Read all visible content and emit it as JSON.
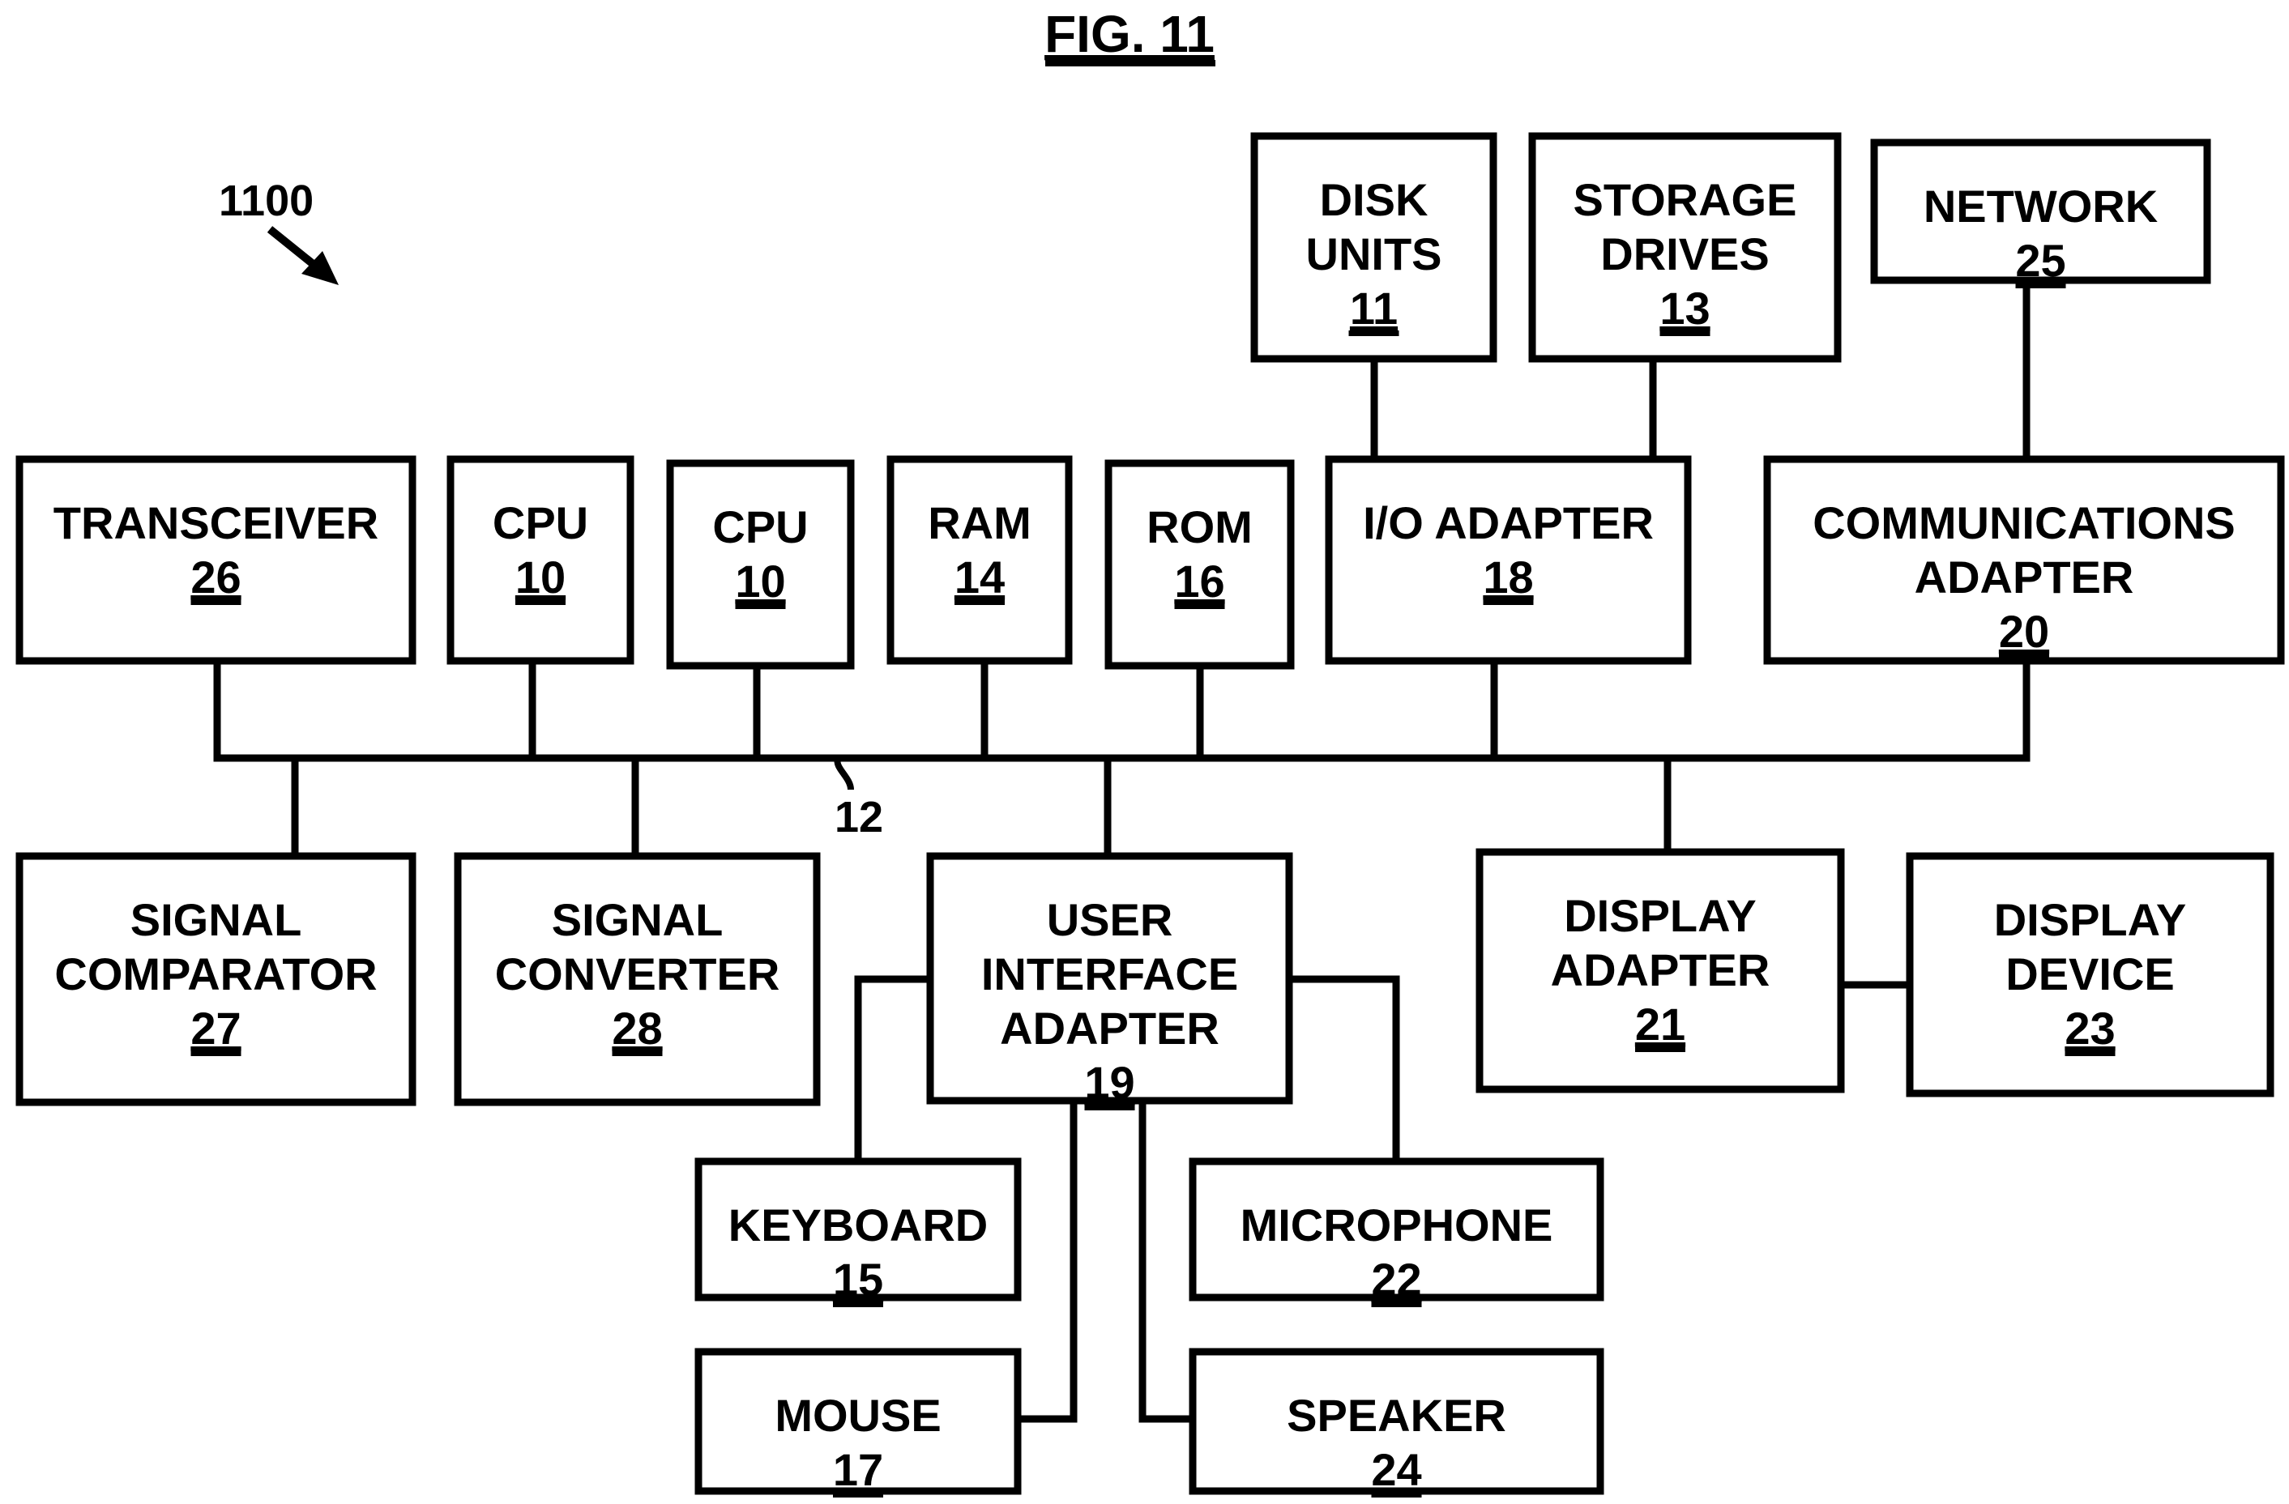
{
  "figure": {
    "title": "FIG. 11",
    "reference_label": "1100",
    "bus_label": "12",
    "line_color": "#000000",
    "background_color": "#ffffff"
  },
  "blocks": [
    {
      "id": "disk-units",
      "lines": [
        "DISK",
        "UNITS"
      ],
      "ref": "11"
    },
    {
      "id": "storage-drives",
      "lines": [
        "STORAGE",
        "DRIVES"
      ],
      "ref": "13"
    },
    {
      "id": "network",
      "lines": [
        "NETWORK"
      ],
      "ref": "25"
    },
    {
      "id": "transceiver",
      "lines": [
        "TRANSCEIVER"
      ],
      "ref": "26"
    },
    {
      "id": "cpu-a",
      "lines": [
        "CPU"
      ],
      "ref": "10"
    },
    {
      "id": "cpu-b",
      "lines": [
        "CPU"
      ],
      "ref": "10"
    },
    {
      "id": "ram",
      "lines": [
        "RAM"
      ],
      "ref": "14"
    },
    {
      "id": "rom",
      "lines": [
        "ROM"
      ],
      "ref": "16"
    },
    {
      "id": "io-adapter",
      "lines": [
        "I/O ADAPTER"
      ],
      "ref": "18"
    },
    {
      "id": "communications-adapter",
      "lines": [
        "COMMUNICATIONS",
        "ADAPTER"
      ],
      "ref": "20"
    },
    {
      "id": "signal-comparator",
      "lines": [
        "SIGNAL",
        "COMPARATOR"
      ],
      "ref": "27"
    },
    {
      "id": "signal-converter",
      "lines": [
        "SIGNAL",
        "CONVERTER"
      ],
      "ref": "28"
    },
    {
      "id": "user-interface-adapter",
      "lines": [
        "USER",
        "INTERFACE",
        "ADAPTER"
      ],
      "ref": "19"
    },
    {
      "id": "display-adapter",
      "lines": [
        "DISPLAY",
        "ADAPTER"
      ],
      "ref": "21"
    },
    {
      "id": "display-device",
      "lines": [
        "DISPLAY",
        "DEVICE"
      ],
      "ref": "23"
    },
    {
      "id": "keyboard",
      "lines": [
        "KEYBOARD"
      ],
      "ref": "15"
    },
    {
      "id": "microphone",
      "lines": [
        "MICROPHONE"
      ],
      "ref": "22"
    },
    {
      "id": "mouse",
      "lines": [
        "MOUSE"
      ],
      "ref": "17"
    },
    {
      "id": "speaker",
      "lines": [
        "SPEAKER"
      ],
      "ref": "24"
    }
  ],
  "connections": [
    {
      "from": "disk-units",
      "to": "io-adapter"
    },
    {
      "from": "storage-drives",
      "to": "io-adapter"
    },
    {
      "from": "network",
      "to": "communications-adapter"
    },
    {
      "from": "transceiver",
      "to": "bus-12"
    },
    {
      "from": "cpu-a",
      "to": "bus-12"
    },
    {
      "from": "cpu-b",
      "to": "bus-12"
    },
    {
      "from": "ram",
      "to": "bus-12"
    },
    {
      "from": "rom",
      "to": "bus-12"
    },
    {
      "from": "io-adapter",
      "to": "bus-12"
    },
    {
      "from": "communications-adapter",
      "to": "bus-12"
    },
    {
      "from": "signal-comparator",
      "to": "bus-12"
    },
    {
      "from": "signal-converter",
      "to": "bus-12"
    },
    {
      "from": "user-interface-adapter",
      "to": "bus-12"
    },
    {
      "from": "display-adapter",
      "to": "bus-12"
    },
    {
      "from": "display-adapter",
      "to": "display-device"
    },
    {
      "from": "keyboard",
      "to": "user-interface-adapter"
    },
    {
      "from": "microphone",
      "to": "user-interface-adapter"
    },
    {
      "from": "mouse",
      "to": "user-interface-adapter"
    },
    {
      "from": "speaker",
      "to": "user-interface-adapter"
    }
  ]
}
